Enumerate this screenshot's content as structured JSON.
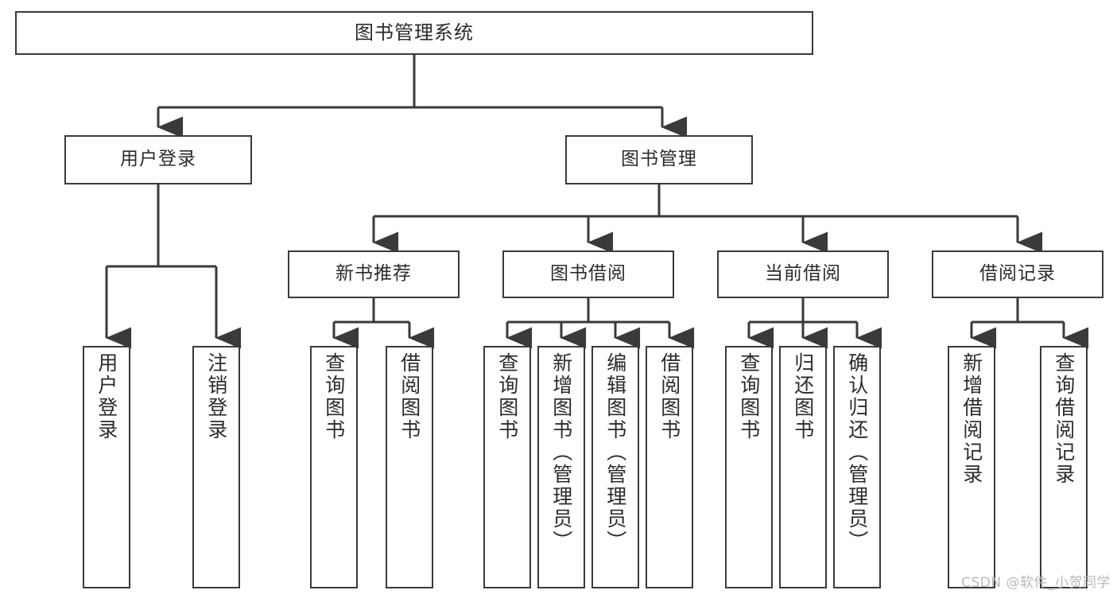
{
  "diagram": {
    "title": "图书管理系统",
    "type": "hierarchy-tree",
    "watermark": "CSDN @软件_小贺同学",
    "colors": {
      "box_border": "#3a3a3a",
      "box_fill": "#ffffff",
      "text": "#2b2b2b",
      "connector": "#3a3a3a",
      "watermark": "#b9b9b9",
      "background": "#ffffff"
    },
    "root": {
      "label": "图书管理系统"
    },
    "level2": [
      {
        "label": "用户登录"
      },
      {
        "label": "图书管理"
      }
    ],
    "level3": [
      {
        "label": "新书推荐"
      },
      {
        "label": "图书借阅"
      },
      {
        "label": "当前借阅"
      },
      {
        "label": "借阅记录"
      }
    ],
    "leaves": {
      "user_login": [
        {
          "label": "用户登录"
        },
        {
          "label": "注销登录"
        }
      ],
      "new_book_recommend": [
        {
          "label": "查询图书"
        },
        {
          "label": "借阅图书"
        }
      ],
      "book_borrow": [
        {
          "label": "查询图书"
        },
        {
          "label": "新增图书（管理员）"
        },
        {
          "label": "编辑图书（管理员）"
        },
        {
          "label": "借阅图书"
        }
      ],
      "current_borrow": [
        {
          "label": "查询图书"
        },
        {
          "label": "归还图书"
        },
        {
          "label": "确认归还（管理员）"
        }
      ],
      "borrow_records": [
        {
          "label": "新增借阅记录"
        },
        {
          "label": "查询借阅记录"
        }
      ]
    }
  }
}
